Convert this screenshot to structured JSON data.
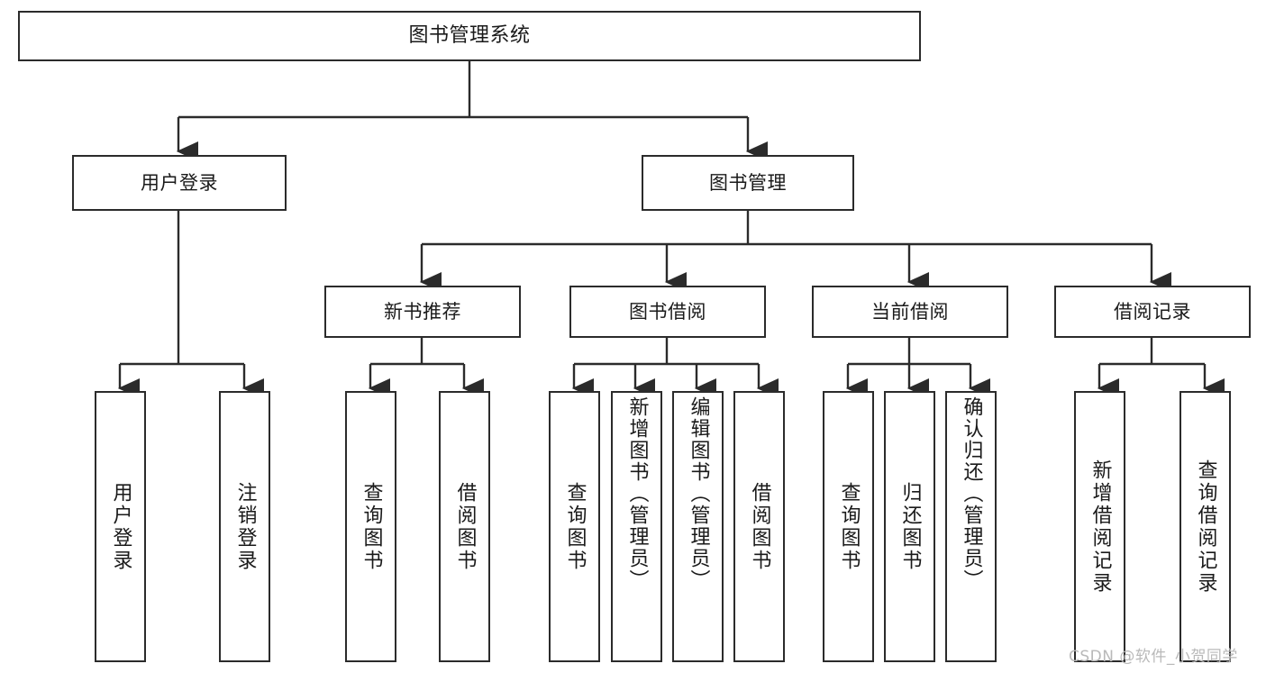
{
  "diagram": {
    "title": "图书管理系统",
    "type": "tree",
    "root": {
      "id": "root",
      "label": "图书管理系统",
      "orientation": "horizontal"
    },
    "level1": [
      {
        "id": "user-login",
        "label": "用户登录",
        "orientation": "horizontal"
      },
      {
        "id": "book-management",
        "label": "图书管理",
        "orientation": "horizontal"
      }
    ],
    "level2": [
      {
        "id": "new-book-recommend",
        "label": "新书推荐",
        "parent": "book-management",
        "orientation": "horizontal"
      },
      {
        "id": "book-borrow",
        "label": "图书借阅",
        "parent": "book-management",
        "orientation": "horizontal"
      },
      {
        "id": "current-borrow",
        "label": "当前借阅",
        "parent": "book-management",
        "orientation": "horizontal"
      },
      {
        "id": "borrow-record",
        "label": "借阅记录",
        "parent": "book-management",
        "orientation": "horizontal"
      }
    ],
    "leaves": [
      {
        "id": "leaf-user-login",
        "label": "用户登录",
        "parent": "user-login",
        "orientation": "vertical"
      },
      {
        "id": "leaf-user-logout",
        "label": "注销登录",
        "parent": "user-login",
        "orientation": "vertical"
      },
      {
        "id": "leaf-query-book-1",
        "label": "查询图书",
        "parent": "new-book-recommend",
        "orientation": "vertical"
      },
      {
        "id": "leaf-borrow-book-1",
        "label": "借阅图书",
        "parent": "new-book-recommend",
        "orientation": "vertical"
      },
      {
        "id": "leaf-query-book-2",
        "label": "查询图书",
        "parent": "book-borrow",
        "orientation": "vertical"
      },
      {
        "id": "leaf-add-book",
        "label": "新增图书（管理员）",
        "parent": "book-borrow",
        "orientation": "vertical"
      },
      {
        "id": "leaf-edit-book",
        "label": "编辑图书（管理员）",
        "parent": "book-borrow",
        "orientation": "vertical"
      },
      {
        "id": "leaf-borrow-book-2",
        "label": "借阅图书",
        "parent": "book-borrow",
        "orientation": "vertical"
      },
      {
        "id": "leaf-query-book-3",
        "label": "查询图书",
        "parent": "current-borrow",
        "orientation": "vertical"
      },
      {
        "id": "leaf-return-book",
        "label": "归还图书",
        "parent": "current-borrow",
        "orientation": "vertical"
      },
      {
        "id": "leaf-confirm-return",
        "label": "确认归还（管理员）",
        "parent": "current-borrow",
        "orientation": "vertical"
      },
      {
        "id": "leaf-add-record",
        "label": "新增借阅记录",
        "parent": "borrow-record",
        "orientation": "vertical"
      },
      {
        "id": "leaf-query-record",
        "label": "查询借阅记录",
        "parent": "borrow-record",
        "orientation": "vertical"
      }
    ],
    "watermark": "CSDN @软件_小贺同学",
    "colors": {
      "stroke": "#2b2b2b",
      "fill": "#ffffff",
      "text": "#1a1a1a",
      "watermark": "#b9b9b9"
    }
  }
}
